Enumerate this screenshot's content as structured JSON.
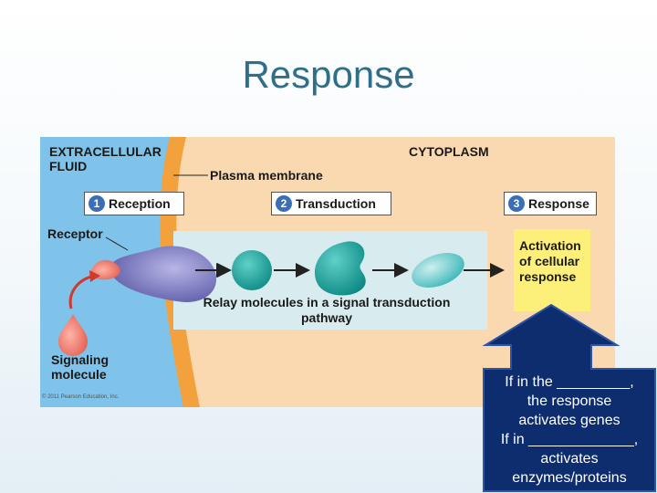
{
  "slide": {
    "title": "Response"
  },
  "figure": {
    "extracellular_label_1": "EXTRACELLULAR",
    "extracellular_label_2": "FLUID",
    "cytoplasm_label": "CYTOPLASM",
    "plasma_membrane_label": "Plasma membrane",
    "steps": [
      {
        "num": "1",
        "label": "Reception"
      },
      {
        "num": "2",
        "label": "Transduction"
      },
      {
        "num": "3",
        "label": "Response"
      }
    ],
    "receptor_label": "Receptor",
    "signaling_label_1": "Signaling",
    "signaling_label_2": "molecule",
    "relay_label_1": "Relay molecules in a signal transduction",
    "relay_label_2": "pathway",
    "activation_1": "Activation",
    "activation_2": "of cellular",
    "activation_3": "response",
    "copyright": "© 2011 Pearson Education, Inc."
  },
  "callout": {
    "line1": "If in the _________,",
    "line2": "the response",
    "line3": "activates genes",
    "line4": "If in _____________,",
    "line5": "activates",
    "line6": "enzymes/proteins"
  },
  "colors": {
    "title": "#2f6f8a",
    "cytoplasm": "#fad9b0",
    "extracellular": "#7fc3ea",
    "relay_panel": "#d8ecf0",
    "callout": "#0e2d6e",
    "activation": "#fdf07a"
  }
}
